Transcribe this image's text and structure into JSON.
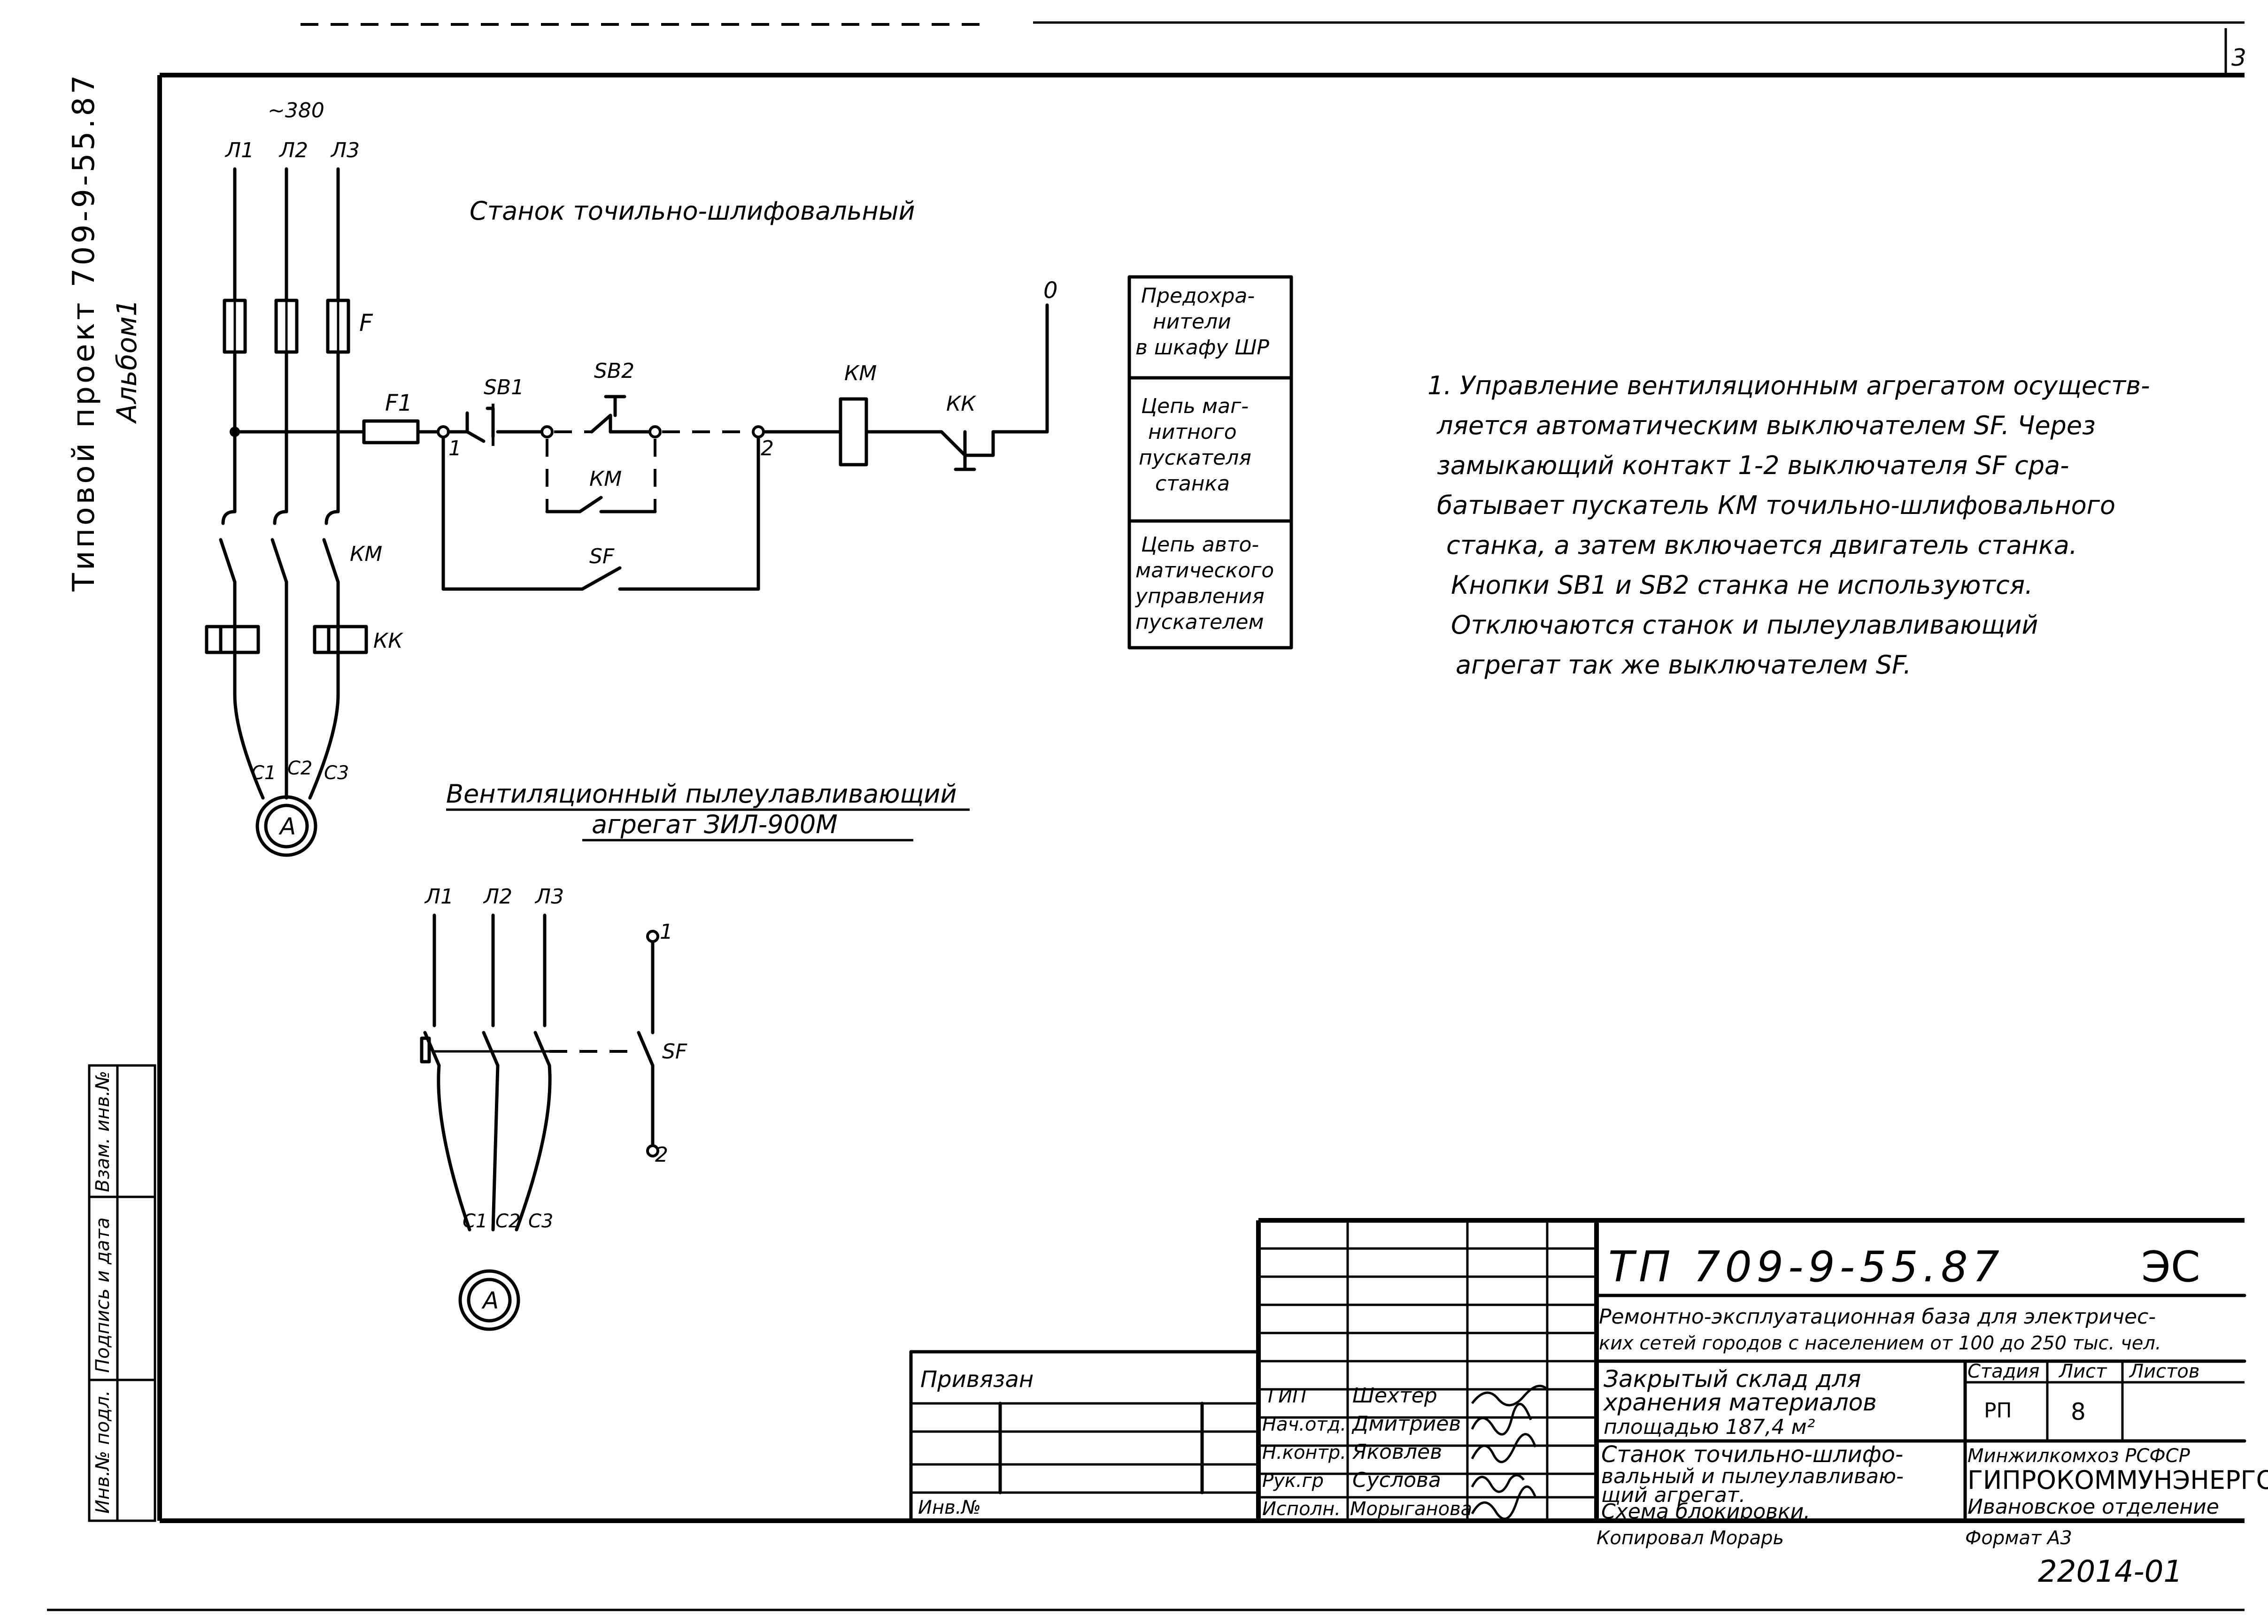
{
  "sheet": {
    "album_title": "Типовой проект 709-9-55.87",
    "album_sub": "Альбом1",
    "corner_mark": "3"
  },
  "side_stamp": {
    "col1": "Инв.№ подл.",
    "col2": "Подпись и дата",
    "col3": "Взам. инв.№"
  },
  "power": {
    "supply": "~380",
    "phases": [
      "Л1",
      "Л2",
      "Л3"
    ],
    "fuse_label": "F",
    "contactor": "КМ",
    "relay": "КК",
    "terminals": [
      "С1",
      "С2",
      "С3"
    ],
    "motor": "A"
  },
  "control": {
    "title": "Станок точильно-шлифовальный",
    "fuse": "F1",
    "sb1": "SB1",
    "sb2": "SB2",
    "km_coil": "КМ",
    "kk_contact": "КК",
    "km_contact": "КМ",
    "sf": "SF",
    "node1": "1",
    "node2": "2",
    "zero": "0"
  },
  "legend": [
    [
      "Предохра-",
      "нители",
      "в шкафу ШР"
    ],
    [
      "Цепь маг-",
      "нитного",
      "пускателя",
      "станка"
    ],
    [
      "Цепь авто-",
      "матического",
      "управления",
      "пускателем"
    ]
  ],
  "notes": [
    "1. Управление вентиляционным агрегатом осуществ-",
    "ляется автоматическим выключателем SF. Через",
    "замыкающий контакт 1-2 выключателя SF сра-",
    "батывает пускатель КМ точильно-шлифовального",
    "станка, а затем включается двигатель станка.",
    "Кнопки SB1 и SB2 станка не используются.",
    "Отключаются станок и пылеулавливающий",
    "агрегат так же выключателем SF."
  ],
  "vent": {
    "title_line1": "Вентиляционный пылеулавливающий",
    "title_line2": "агрегат ЗИЛ-900М",
    "phases": [
      "Л1",
      "Л2",
      "Л3"
    ],
    "sf": "SF",
    "t1": "1",
    "t2": "2",
    "terminals": [
      "С1",
      "С2",
      "С3"
    ],
    "motor": "A"
  },
  "title_block": {
    "code": "ТП 709-9-55.87",
    "mark": "ЭС",
    "org_line1": "Ремонтно-эксплуатационная база для электричес-",
    "org_line2": "ких сетей городов с населением от 100 до 250 тыс. чел.",
    "building_line1": "Закрытый склад для",
    "building_line2": "хранения материалов",
    "building_line3": "площадью 187,4 м²",
    "sheet_line1": "Станок точильно-шлифо-",
    "sheet_line2": "вальный и пылеулавливаю-",
    "sheet_line3": "щий агрегат.",
    "sheet_line4": "Схема блокировки.",
    "stage_h": "Стадия",
    "sheet_h": "Лист",
    "sheets_h": "Листов",
    "stage": "РП",
    "sheet_no": "8",
    "company1": "Минжилкомхоз РСФСР",
    "company2": "ГИПРОКОММУНЭНЕРГО",
    "company3": "Ивановское отделение",
    "tied": "Привязан",
    "inv": "Инв.№",
    "copied": "Копировал Морарь",
    "format": "Формат А3",
    "archive": "22014-01"
  },
  "staff": [
    {
      "role": "ГИП",
      "name": "Шехтер"
    },
    {
      "role": "Нач.отд.",
      "name": "Дмитриев"
    },
    {
      "role": "Н.контр.",
      "name": "Яковлев"
    },
    {
      "role": "Рук.гр",
      "name": "Суслова"
    },
    {
      "role": "Исполн.",
      "name": "Морыганова"
    }
  ]
}
